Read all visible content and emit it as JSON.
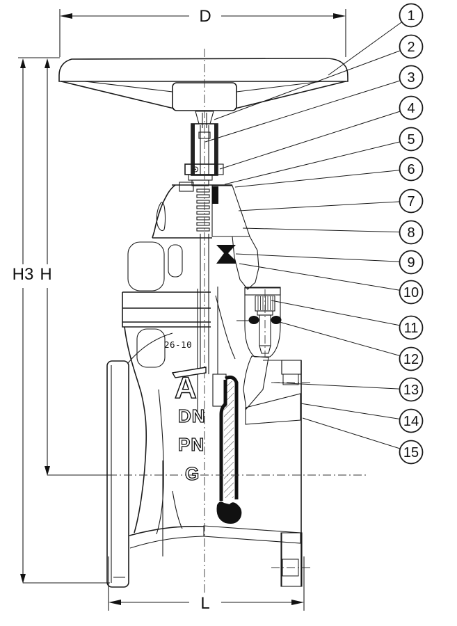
{
  "drawing": {
    "subject": "gate-valve-cross-section"
  },
  "dimensions": {
    "handwheel_diameter": "D",
    "height_open": "H3",
    "height": "H",
    "face_to_face": "L"
  },
  "markings": {
    "serial": "26-10",
    "logo": "A",
    "dn": "DN",
    "pn": "PN",
    "g": "G"
  },
  "callouts": [
    {
      "number": "1"
    },
    {
      "number": "2"
    },
    {
      "number": "3"
    },
    {
      "number": "4"
    },
    {
      "number": "5"
    },
    {
      "number": "6"
    },
    {
      "number": "7"
    },
    {
      "number": "8"
    },
    {
      "number": "9"
    },
    {
      "number": "10"
    },
    {
      "number": "11"
    },
    {
      "number": "12"
    },
    {
      "number": "13"
    },
    {
      "number": "14"
    },
    {
      "number": "15"
    }
  ],
  "colors": {
    "line": "#1a1a1a",
    "background": "#ffffff"
  }
}
